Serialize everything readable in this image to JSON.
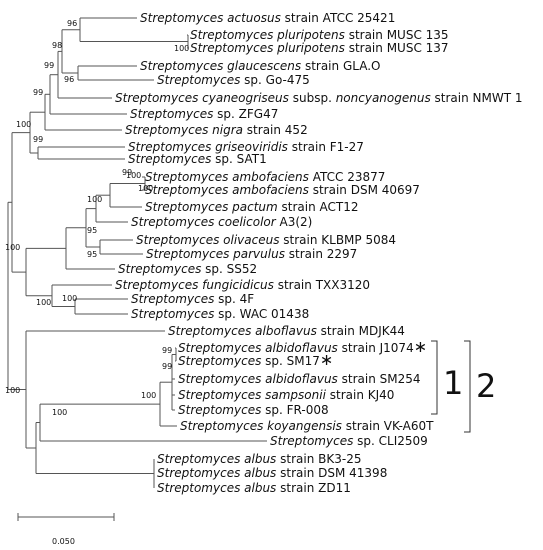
{
  "taxa": [
    {
      "genus": "Streptomyces",
      "species": "actuosus",
      "rest": " strain ATCC 25421",
      "italic_rest": ""
    },
    {
      "genus": "Streptomyces",
      "species": "pluripotens",
      "rest": " strain MUSC 135",
      "italic_rest": ""
    },
    {
      "genus": "Streptomyces",
      "species": "pluripotens",
      "rest": " strain MUSC 137",
      "italic_rest": ""
    },
    {
      "genus": "Streptomyces",
      "species": "glaucescens",
      "rest": " strain GLA.O",
      "italic_rest": ""
    },
    {
      "genus": "Streptomyces",
      "species": "",
      "rest": " sp. Go-475",
      "italic_rest": ""
    },
    {
      "genus": "Streptomyces",
      "species": "cyaneogriseus",
      "rest": " subsp. ",
      "italic_rest": "noncyanogenus",
      "rest2": " strain NMWT 1"
    },
    {
      "genus": "Streptomyces",
      "species": "",
      "rest": " sp. ZFG47",
      "italic_rest": ""
    },
    {
      "genus": "Streptomyces",
      "species": "nigra",
      "rest": " strain 452",
      "italic_rest": ""
    },
    {
      "genus": "Streptomyces",
      "species": "griseoviridis",
      "rest": " strain F1-27",
      "italic_rest": ""
    },
    {
      "genus": "Streptomyces",
      "species": "",
      "rest": " sp. SAT1",
      "italic_rest": ""
    },
    {
      "genus": "Streptomyces",
      "species": "ambofaciens",
      "rest": " ATCC 23877",
      "italic_rest": ""
    },
    {
      "genus": "Streptomyces",
      "species": "ambofaciens",
      "rest": " strain DSM 40697",
      "italic_rest": ""
    },
    {
      "genus": "Streptomyces",
      "species": "pactum",
      "rest": " strain ACT12",
      "italic_rest": ""
    },
    {
      "genus": "Streptomyces",
      "species": "coelicolor",
      "rest": " A3(2)",
      "italic_rest": ""
    },
    {
      "genus": "Streptomyces",
      "species": "olivaceus",
      "rest": " strain KLBMP 5084",
      "italic_rest": ""
    },
    {
      "genus": "Streptomyces",
      "species": "parvulus",
      "rest": " strain 2297",
      "italic_rest": ""
    },
    {
      "genus": "Streptomyces",
      "species": "",
      "rest": " sp. SS52",
      "italic_rest": ""
    },
    {
      "genus": "Streptomyces",
      "species": "fungicidicus",
      "rest": " strain TXX3120",
      "italic_rest": ""
    },
    {
      "genus": "Streptomyces",
      "species": "",
      "rest": " sp. 4F",
      "italic_rest": ""
    },
    {
      "genus": "Streptomyces",
      "species": "",
      "rest": " sp. WAC 01438",
      "italic_rest": ""
    },
    {
      "genus": "Streptomyces",
      "species": "alboflavus",
      "rest": " strain MDJK44",
      "italic_rest": ""
    },
    {
      "genus": "Streptomyces",
      "species": "albidoflavus",
      "rest": " strain J1074",
      "italic_rest": "",
      "mark": "∗"
    },
    {
      "genus": "Streptomyces",
      "species": "",
      "rest": " sp. SM17",
      "italic_rest": "",
      "mark": "∗"
    },
    {
      "genus": "Streptomyces",
      "species": "albidoflavus",
      "rest": " strain SM254",
      "italic_rest": ""
    },
    {
      "genus": "Streptomyces",
      "species": "sampsonii",
      "rest": " strain KJ40",
      "italic_rest": ""
    },
    {
      "genus": "Streptomyces",
      "species": "",
      "rest": " sp. FR-008",
      "italic_rest": ""
    },
    {
      "genus": "Streptomyces",
      "species": "koyangensis",
      "rest": " strain VK-A60T",
      "italic_rest": ""
    },
    {
      "genus": "Streptomyces",
      "species": "",
      "rest": " sp. CLI2509",
      "italic_rest": ""
    },
    {
      "genus": "Streptomyces",
      "species": "albus",
      "rest": " strain BK3-25",
      "italic_rest": ""
    },
    {
      "genus": "Streptomyces",
      "species": "albus",
      "rest": " strain DSM 41398",
      "italic_rest": ""
    },
    {
      "genus": "Streptomyces",
      "species": "albus",
      "rest": " strain ZD11",
      "italic_rest": ""
    }
  ],
  "bootstrap_values": [
    "96",
    "100",
    "98",
    "96",
    "99",
    "99",
    "100",
    "99",
    "100",
    "100",
    "95",
    "95",
    "99",
    "100",
    "100",
    "100",
    "100",
    "99",
    "99",
    "100",
    "100",
    "100"
  ],
  "clade_labels": [
    "1",
    "2"
  ],
  "scale_bar": {
    "value": "0.050"
  }
}
